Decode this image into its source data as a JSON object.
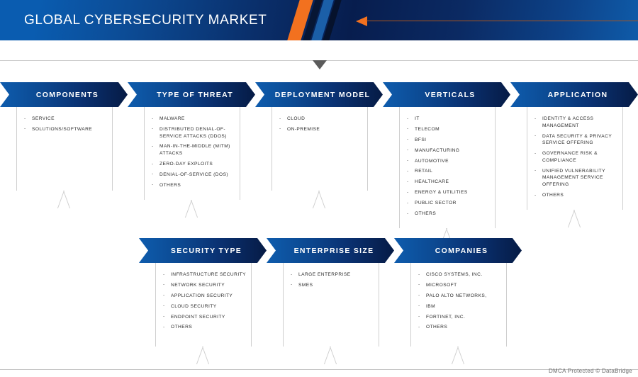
{
  "banner": {
    "title": "GLOBAL CYBERSECURITY MARKET",
    "arrow_icon": "arrow-left-icon",
    "accent_orange": "#f2711f",
    "blue_start": "#0a5cb0",
    "navy_end": "#071d4e"
  },
  "divider": {
    "caret_icon": "triangle-down-icon"
  },
  "rows": [
    {
      "id": "row-top",
      "segments": [
        {
          "title": "COMPONENTS",
          "items": [
            "SERVICE",
            "SOLUTIONS/SOFTWARE"
          ]
        },
        {
          "title": "TYPE OF THREAT",
          "items": [
            "MALWARE",
            "DISTRIBUTED DENIAL-OF-SERVICE ATTACKS (DDOS)",
            "MAN-IN-THE-MIDDLE (MITM) ATTACKS",
            "ZERO-DAY EXPLOITS",
            "DENIAL-OF-SERVICE (DOS)",
            "OTHERS"
          ]
        },
        {
          "title": "DEPLOYMENT MODEL",
          "items": [
            "CLOUD",
            "ON-PREMISE"
          ]
        },
        {
          "title": "VERTICALS",
          "items": [
            "IT",
            "TELECOM",
            "BFSI",
            "MANUFACTURING",
            "AUTOMOTIVE",
            "RETAIL",
            "HEALTHCARE",
            "ENERGY & UTILITIES",
            "PUBLIC SECTOR",
            "OTHERS"
          ]
        },
        {
          "title": "APPLICATION",
          "items": [
            "IDENTITY & ACCESS MANAGEMENT",
            "DATA SECURITY & PRIVACY SERVICE OFFERING",
            "GOVERNANCE RISK & COMPLIANCE",
            "UNIFIED VULNERABILITY MANAGEMENT SERVICE OFFERING",
            "OTHERS"
          ]
        }
      ]
    },
    {
      "id": "row-bot",
      "segments": [
        {
          "title": "SECURITY TYPE",
          "items": [
            "INFRASTRUCTURE SECURITY",
            "NETWORK SECURITY",
            "APPLICATION SECURITY",
            "CLOUD SECURITY",
            "ENDPOINT SECURITY",
            "OTHERS"
          ]
        },
        {
          "title": "ENTERPRISE SIZE",
          "items": [
            "LARGE ENTERPRISE",
            "SMES"
          ]
        },
        {
          "title": "COMPANIES",
          "items": [
            "CISCO SYSTEMS, INC.",
            "MICROSOFT",
            "PALO ALTO NETWORKS,",
            "IBM",
            "FORTINET, INC.",
            "OTHERS"
          ]
        }
      ]
    }
  ],
  "footer": {
    "credit": "DMCA Protected © DataBridge"
  }
}
